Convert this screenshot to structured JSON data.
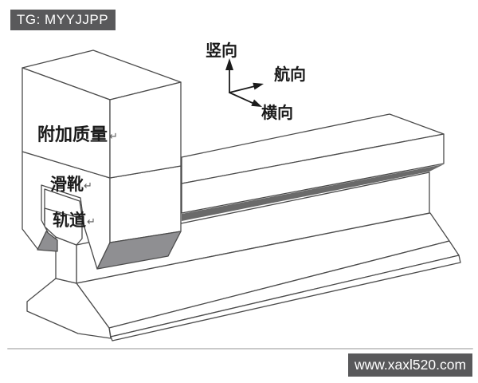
{
  "watermarks": {
    "header": {
      "text": "TG: MYYJJPP"
    },
    "footer": {
      "text": "www.xaxl520.com"
    },
    "bar_color": "#59595b"
  },
  "diagram": {
    "axis_labels": {
      "vertical": "竖向",
      "axial": "航向",
      "lateral": "横向"
    },
    "part_labels": {
      "additional_mass": {
        "text": "附加质量",
        "mark": "↵"
      },
      "slipper": {
        "text": "滑靴",
        "mark": "↵"
      },
      "rail": {
        "text": "轨道",
        "mark": "↵"
      }
    },
    "colors": {
      "line": "#4b4b4b",
      "face": "#ffffff",
      "shade": "#8f8f92",
      "gap_shadow": "#6a6a6a",
      "rule": "#c9c9c9",
      "arrow": "#1b1b1b"
    }
  }
}
